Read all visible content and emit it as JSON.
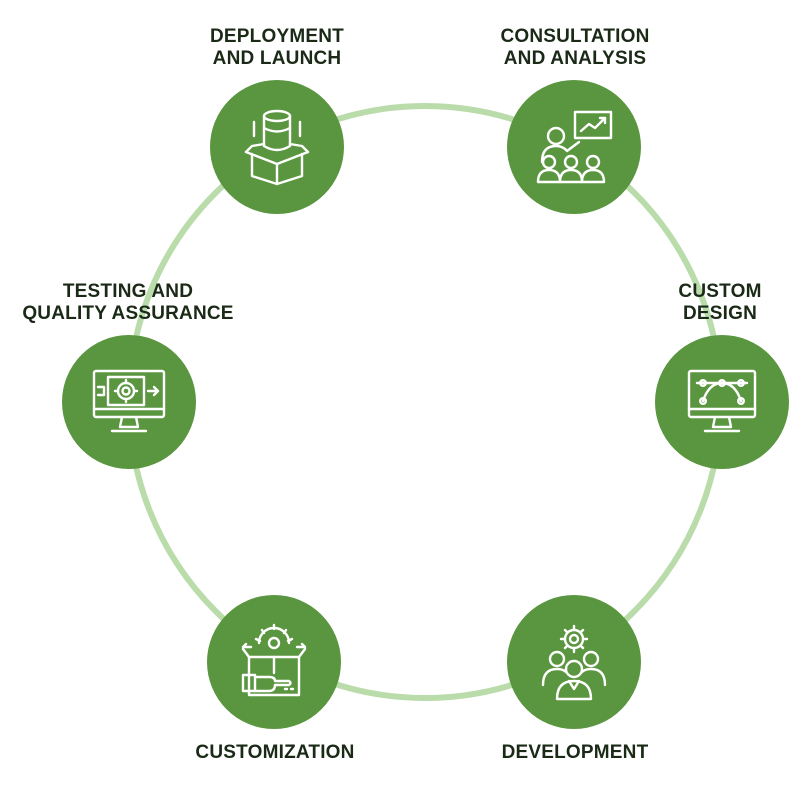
{
  "colors": {
    "node_fill": "#5a9640",
    "ring_stroke": "#b9dcaa",
    "label_text": "#1b2a17",
    "icon_stroke": "#ffffff"
  },
  "steps": [
    {
      "id": "consultation",
      "icon": "presentation-icon",
      "lines": [
        "CONSULTATION",
        "AND ANALYSIS"
      ]
    },
    {
      "id": "custom-design",
      "icon": "monitor-vector-icon",
      "lines": [
        "CUSTOM",
        "DESIGN"
      ]
    },
    {
      "id": "development",
      "icon": "team-gear-icon",
      "lines": [
        "DEVELOPMENT"
      ]
    },
    {
      "id": "customization",
      "icon": "box-gear-icon",
      "lines": [
        "CUSTOMIZATION"
      ]
    },
    {
      "id": "testing",
      "icon": "monitor-gear-icon",
      "lines": [
        "TESTING AND",
        "QUALITY ASSURANCE"
      ]
    },
    {
      "id": "deployment",
      "icon": "cylinder-box-icon",
      "lines": [
        "DEPLOYMENT",
        "AND LAUNCH"
      ]
    }
  ]
}
